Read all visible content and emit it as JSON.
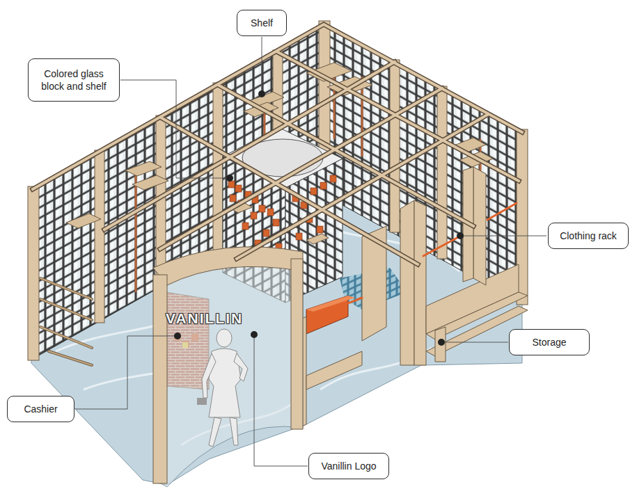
{
  "diagram": {
    "nodes": [
      {
        "text": [
          "Shelf"
        ]
      },
      {
        "text": [
          "Colored glass block and shelf"
        ]
      },
      {
        "text": [
          "Clothing rack"
        ]
      },
      {
        "text": [
          "Storage"
        ]
      },
      {
        "text": [
          "Cashier"
        ]
      },
      {
        "text": [
          "Vanillin Logo"
        ]
      }
    ],
    "labels": [
      "VANILLIN"
    ]
  }
}
